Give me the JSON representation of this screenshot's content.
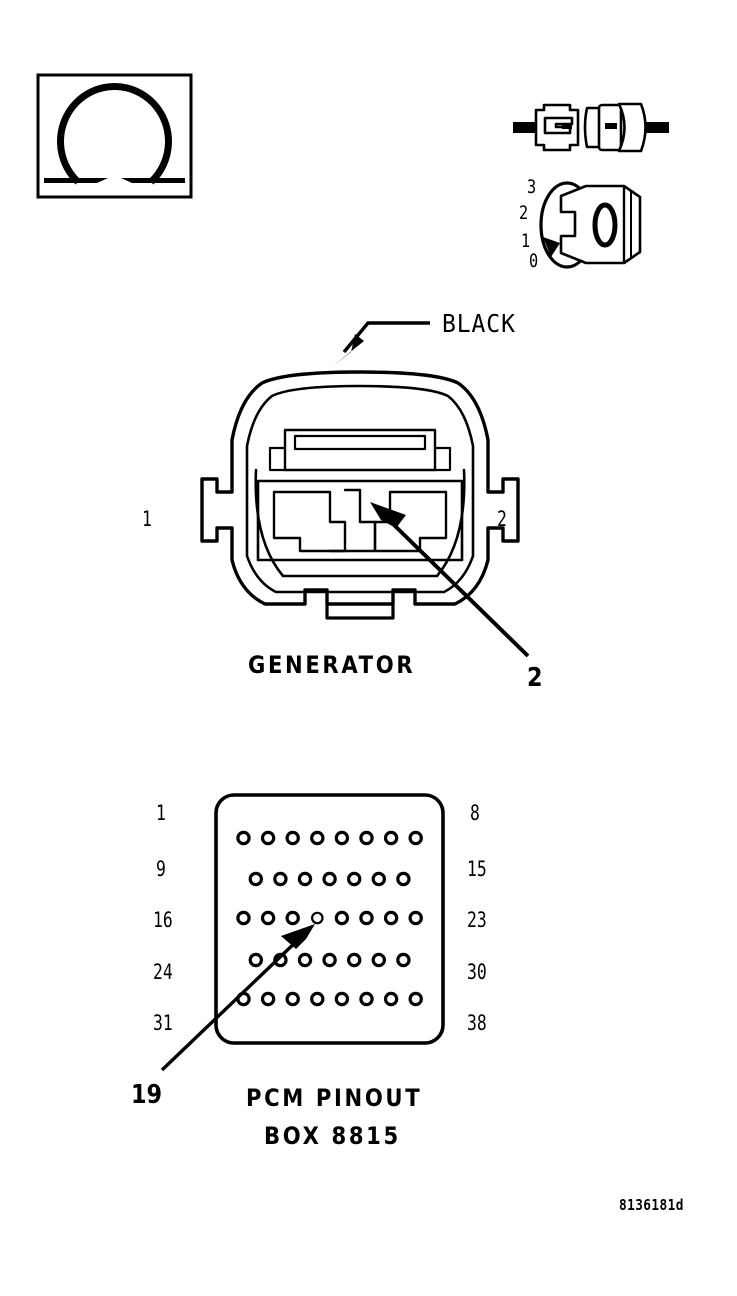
{
  "figure": {
    "id_label": "8136181d",
    "test_symbol": "ohm-symbol",
    "test_symbol_glyph": "Ω"
  },
  "connector_state_icon": {
    "name": "connector-disconnected-icon",
    "description": "two-piece connector shown separated"
  },
  "switch_icon": {
    "name": "ignition-switch-positions-icon",
    "positions": [
      "3",
      "2",
      "1",
      "0"
    ]
  },
  "generator_connector": {
    "component_label": "GENERATOR",
    "wire_color_label": "BLACK",
    "left_pin_label": "1",
    "right_pin_label": "2",
    "callout_label": "2"
  },
  "pcm_connector": {
    "title_line1": "PCM PINOUT",
    "title_line2": "BOX 8815",
    "callout_label": "19",
    "row_start_labels": [
      "1",
      "9",
      "16",
      "24",
      "31"
    ],
    "row_end_labels": [
      "8",
      "15",
      "23",
      "30",
      "38"
    ],
    "row_pin_counts": [
      8,
      7,
      8,
      7,
      8
    ],
    "highlighted_pin": "19"
  },
  "colors": {
    "line": "#000000",
    "background": "#ffffff"
  }
}
